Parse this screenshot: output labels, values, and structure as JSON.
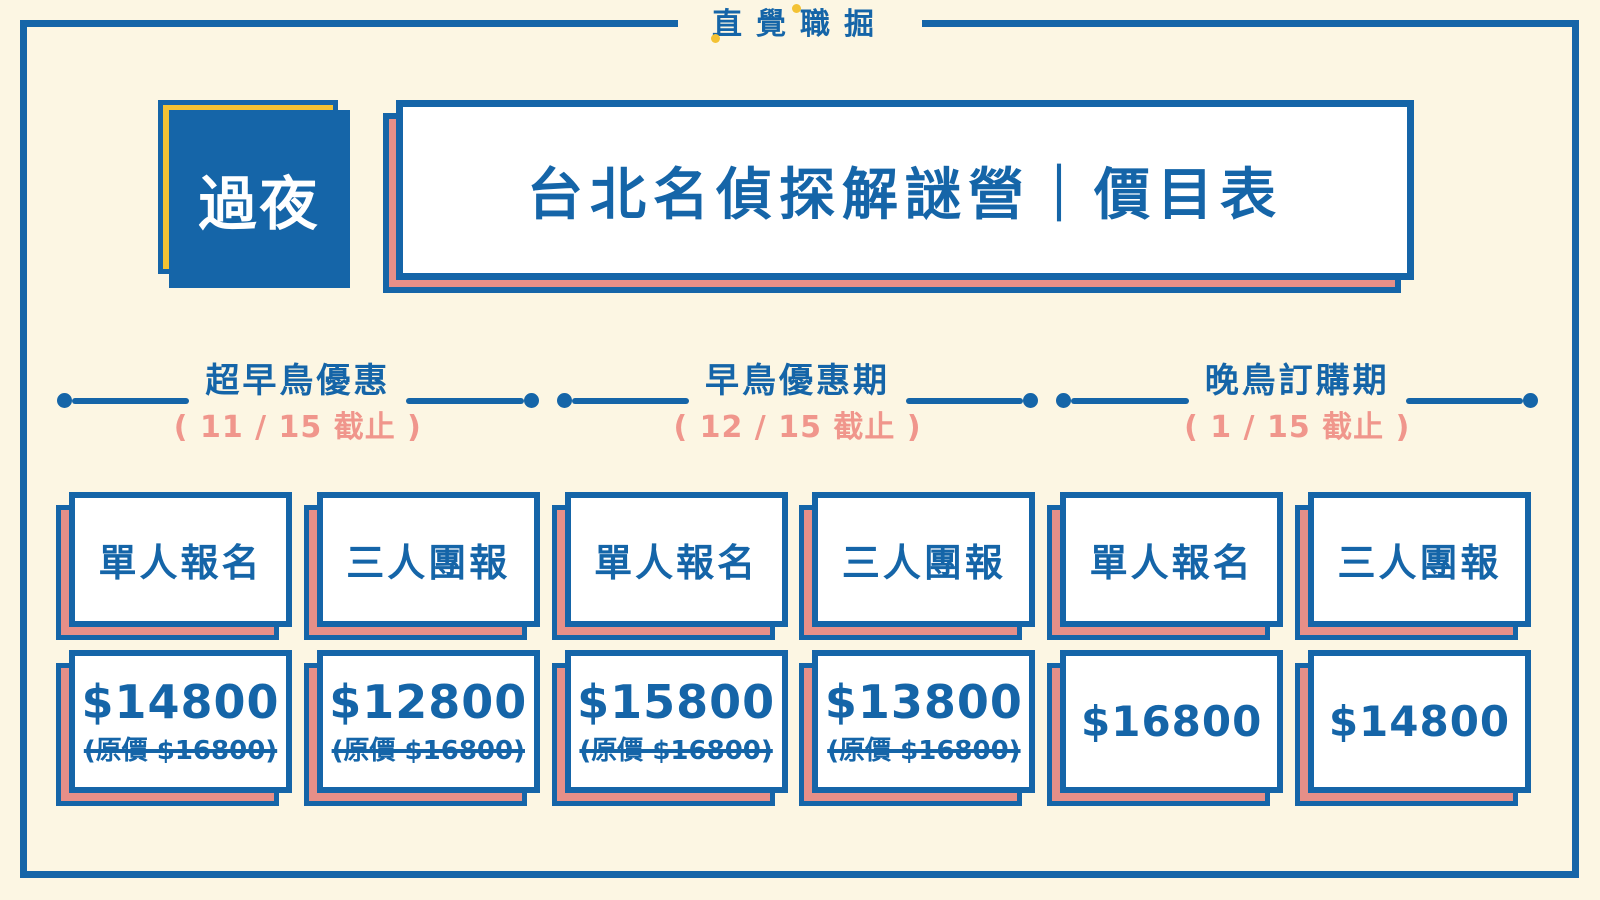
{
  "brand": {
    "logo_text": "直覺職掘"
  },
  "badge": {
    "label": "過夜"
  },
  "header": {
    "title": "台北名偵探解謎營｜價目表"
  },
  "colors": {
    "blue": "#1565A8",
    "pink_shadow": "#E68F88",
    "pink_text": "#F0968C",
    "yellow": "#F3C234",
    "cream_background": "#FCF6E3",
    "card_white": "#FFFFFF"
  },
  "timeline": [
    {
      "name": "超早鳥優惠",
      "deadline": "( 11 / 15 截止 )"
    },
    {
      "name": "早鳥優惠期",
      "deadline": "( 12 / 15 截止 )"
    },
    {
      "name": "晚鳥訂購期",
      "deadline": "( 1 / 15 截止 )"
    }
  ],
  "pricing": {
    "cards": [
      {
        "label": "單人報名",
        "price": "$14800",
        "original": "(原價 $16800)"
      },
      {
        "label": "三人團報",
        "price": "$12800",
        "original": "(原價 $16800)"
      },
      {
        "label": "單人報名",
        "price": "$15800",
        "original": "(原價 $16800)"
      },
      {
        "label": "三人團報",
        "price": "$13800",
        "original": "(原價 $16800)"
      },
      {
        "label": "單人報名",
        "price": "$16800",
        "original": ""
      },
      {
        "label": "三人團報",
        "price": "$14800",
        "original": ""
      }
    ]
  }
}
